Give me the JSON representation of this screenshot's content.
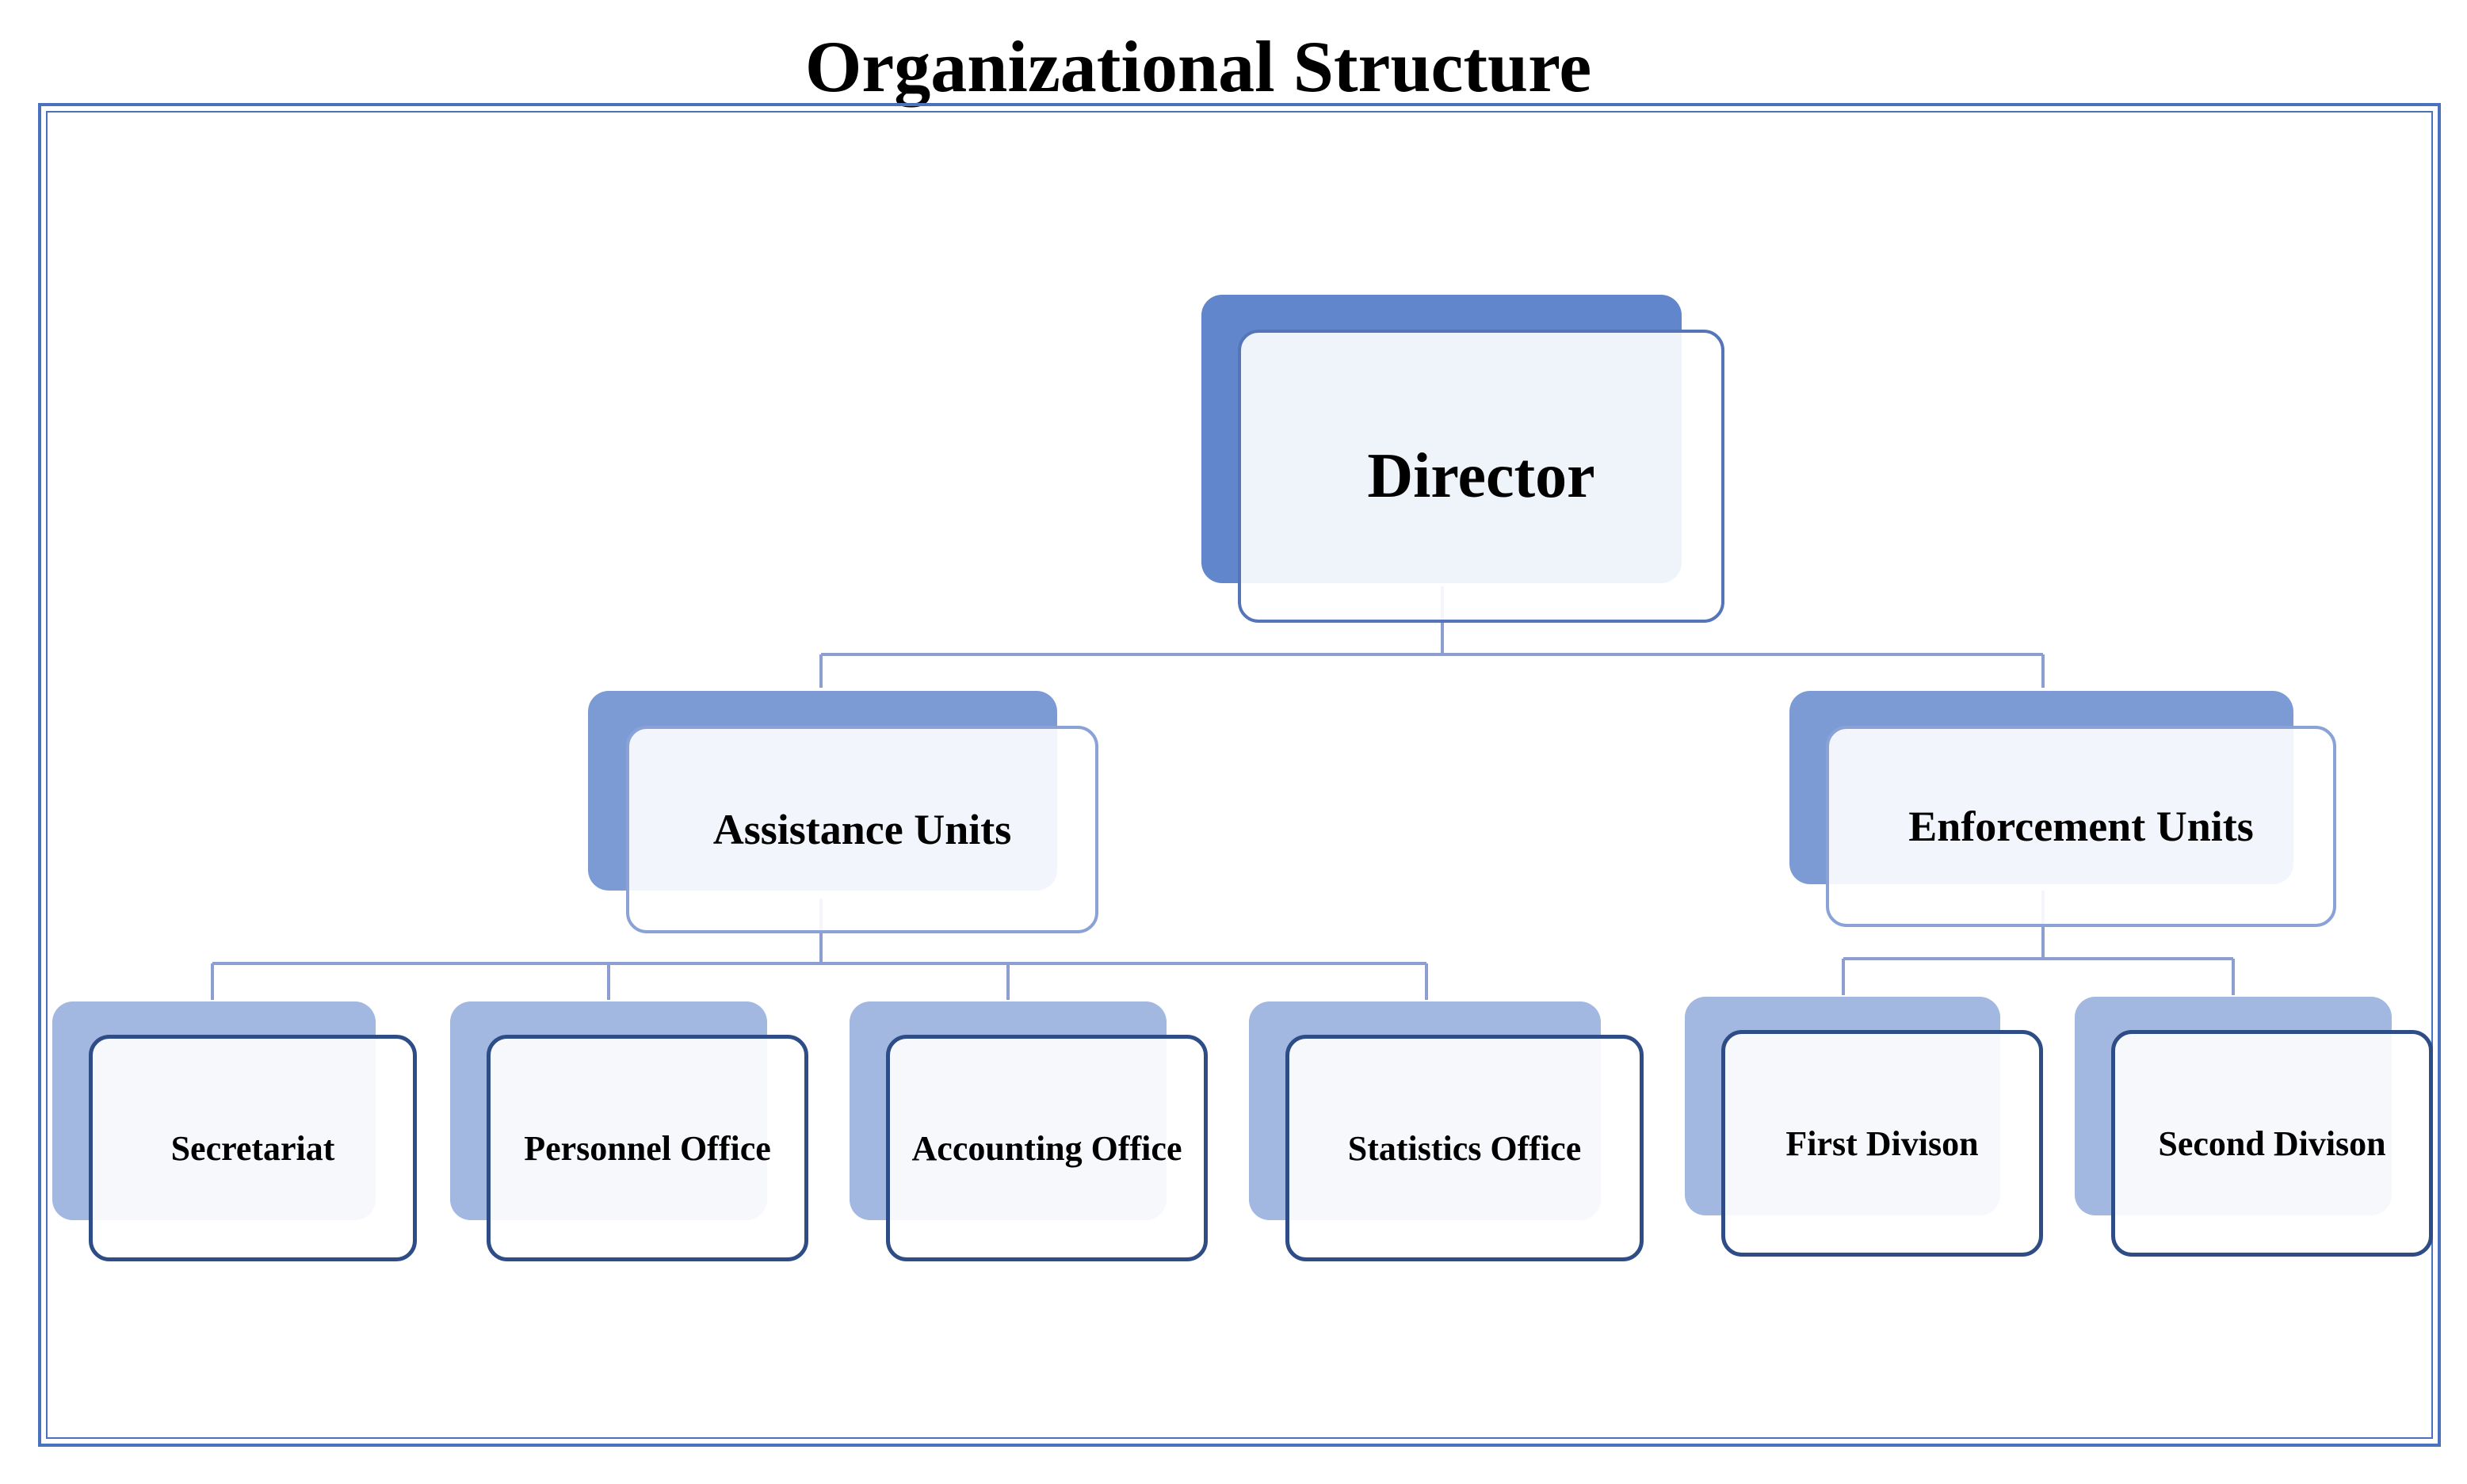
{
  "title": "Organizational Structure",
  "org": {
    "director": "Director",
    "assistance": {
      "label": "Assistance Units",
      "children": [
        "Secretariat",
        "Personnel Office",
        "Accounting Office",
        "Statistics Office"
      ]
    },
    "enforcement": {
      "label": "Enforcement Units",
      "children": [
        "First Divison",
        "Second Divison"
      ]
    }
  },
  "colors": {
    "frame_border": "#4a72bf",
    "connector": "#8c9fd0",
    "level0_fill": "#6186cc",
    "level1_fill": "#7c9bd5",
    "level2_fill": "#a2b8e1",
    "level2_border": "#2e4d86"
  }
}
